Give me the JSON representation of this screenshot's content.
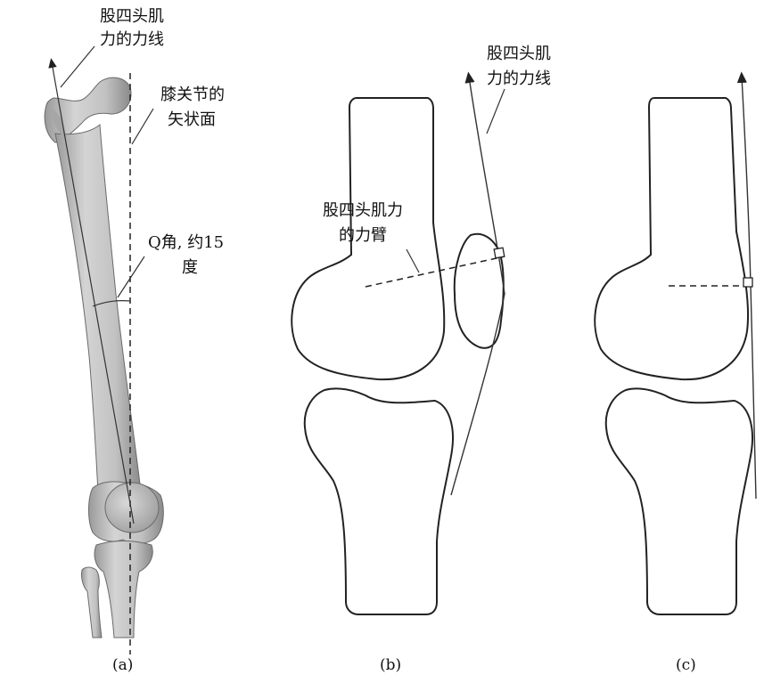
{
  "panel_a": {
    "label_quad_force_line_1": "股四头肌",
    "label_quad_force_line_2": "力的力线",
    "label_sagittal_1": "膝关节的",
    "label_sagittal_2": "矢状面",
    "label_q_angle_1": "Q角, 约15",
    "label_q_angle_2": "度",
    "caption": "(a)"
  },
  "panel_b": {
    "label_quad_force_line_1": "股四头肌",
    "label_quad_force_line_2": "力的力线",
    "label_moment_arm_1": "股四头肌力",
    "label_moment_arm_2": "的力臂",
    "caption": "(b)"
  },
  "panel_c": {
    "caption": "(c)"
  },
  "colors": {
    "bone_light": "#d2d2d2",
    "bone_dark": "#8c8c8c",
    "line": "#222222"
  }
}
